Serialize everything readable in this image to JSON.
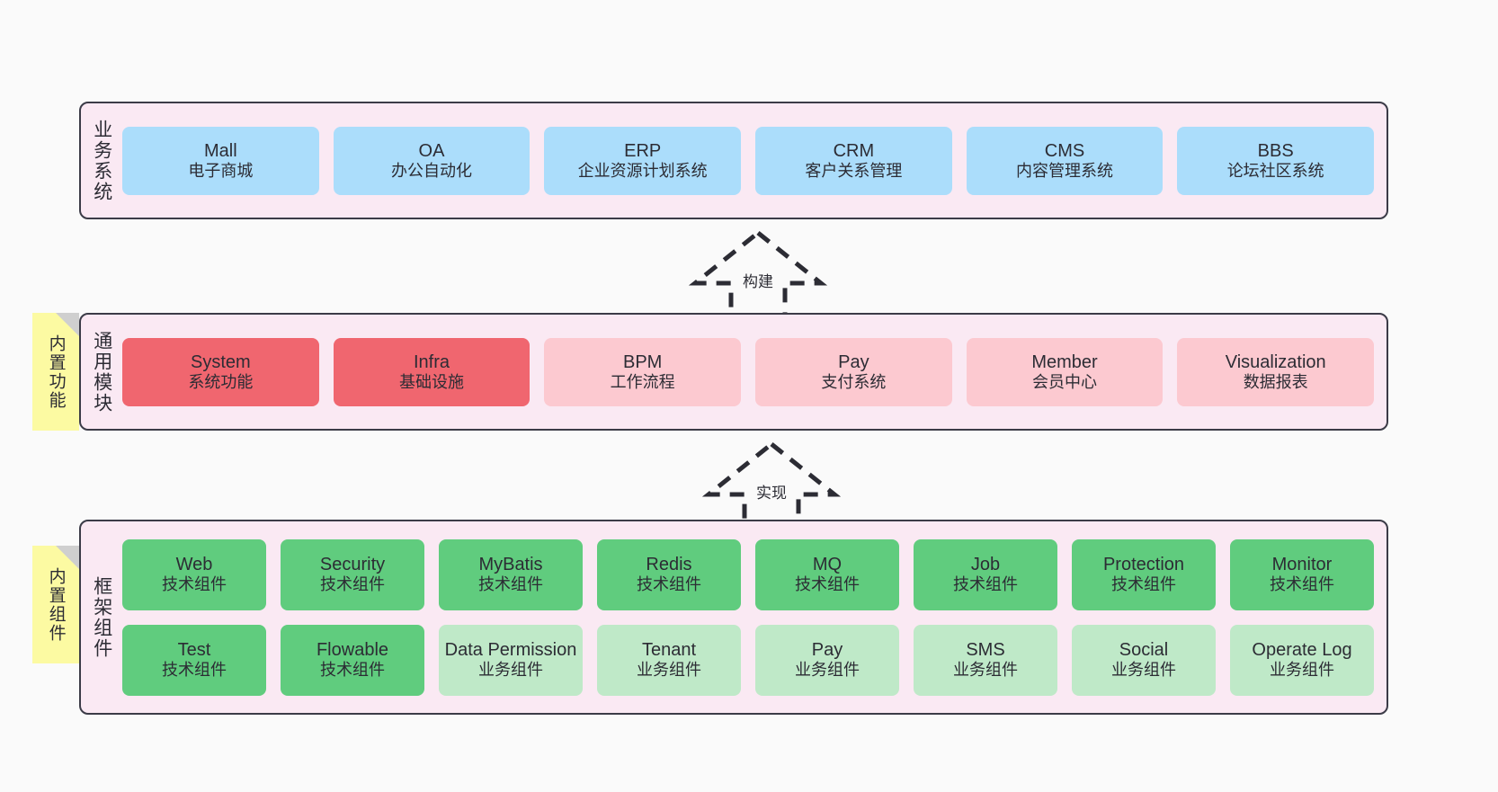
{
  "diagram": {
    "background": "#fafafa",
    "layer_bg": "#fae9f3",
    "layer_border": "#3b3b47"
  },
  "layers": {
    "business": {
      "title": "业务系统",
      "color": "#abddfb",
      "items": [
        {
          "name": "Mall",
          "desc": "电子商城"
        },
        {
          "name": "OA",
          "desc": "办公自动化"
        },
        {
          "name": "ERP",
          "desc": "企业资源计划系统"
        },
        {
          "name": "CRM",
          "desc": "客户关系管理"
        },
        {
          "name": "CMS",
          "desc": "内容管理系统"
        },
        {
          "name": "BBS",
          "desc": "论坛社区系统"
        }
      ]
    },
    "common": {
      "title": "通用模块",
      "color_primary": "#f0666f",
      "color_secondary": "#fcc9d0",
      "items": [
        {
          "name": "System",
          "desc": "系统功能",
          "variant": "c-red"
        },
        {
          "name": "Infra",
          "desc": "基础设施",
          "variant": "c-red"
        },
        {
          "name": "BPM",
          "desc": "工作流程",
          "variant": "c-pink"
        },
        {
          "name": "Pay",
          "desc": "支付系统",
          "variant": "c-pink"
        },
        {
          "name": "Member",
          "desc": "会员中心",
          "variant": "c-pink"
        },
        {
          "name": "Visualization",
          "desc": "数据报表",
          "variant": "c-pink"
        }
      ]
    },
    "framework": {
      "title": "框架组件",
      "color_primary": "#60cc7e",
      "color_secondary": "#bfe9c8",
      "row1": [
        {
          "name": "Web",
          "desc": "技术组件",
          "variant": "c-green"
        },
        {
          "name": "Security",
          "desc": "技术组件",
          "variant": "c-green"
        },
        {
          "name": "MyBatis",
          "desc": "技术组件",
          "variant": "c-green"
        },
        {
          "name": "Redis",
          "desc": "技术组件",
          "variant": "c-green"
        },
        {
          "name": "MQ",
          "desc": "技术组件",
          "variant": "c-green"
        },
        {
          "name": "Job",
          "desc": "技术组件",
          "variant": "c-green"
        },
        {
          "name": "Protection",
          "desc": "技术组件",
          "variant": "c-green"
        },
        {
          "name": "Monitor",
          "desc": "技术组件",
          "variant": "c-green"
        }
      ],
      "row2": [
        {
          "name": "Test",
          "desc": "技术组件",
          "variant": "c-green"
        },
        {
          "name": "Flowable",
          "desc": "技术组件",
          "variant": "c-green"
        },
        {
          "name": "Data Permission",
          "desc": "业务组件",
          "variant": "c-lightgreen"
        },
        {
          "name": "Tenant",
          "desc": "业务组件",
          "variant": "c-lightgreen"
        },
        {
          "name": "Pay",
          "desc": "业务组件",
          "variant": "c-lightgreen"
        },
        {
          "name": "SMS",
          "desc": "业务组件",
          "variant": "c-lightgreen"
        },
        {
          "name": "Social",
          "desc": "业务组件",
          "variant": "c-lightgreen"
        },
        {
          "name": "Operate Log",
          "desc": "业务组件",
          "variant": "c-lightgreen"
        }
      ]
    }
  },
  "sticky_notes": {
    "builtin_feature": "内置功能",
    "builtin_component": "内置组件",
    "color": "#fcfaa2"
  },
  "connectors": {
    "build": "构建",
    "implement": "实现",
    "style": "dashed-hollow-arrow-up"
  }
}
